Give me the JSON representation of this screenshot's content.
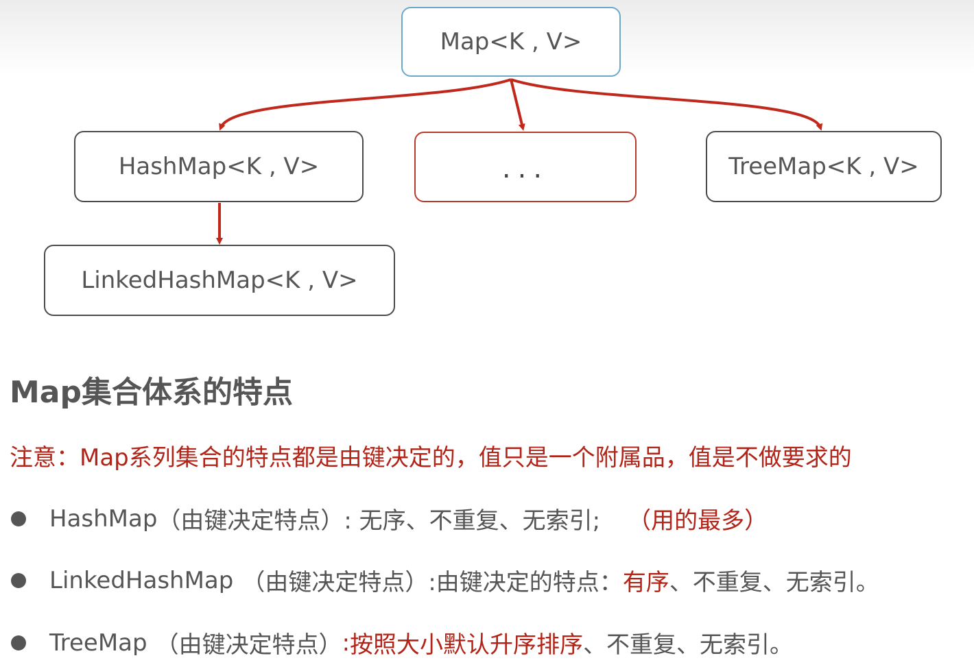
{
  "diagram": {
    "root": "Map<K , V>",
    "children": {
      "hashmap": "HashMap<K , V>",
      "ellipsis": "...",
      "treemap": "TreeMap<K , V>"
    },
    "grandchild": "LinkedHashMap<K , V>"
  },
  "section": {
    "heading": "Map集合体系的特点",
    "note": "注意：Map系列集合的特点都是由键决定的，值只是一个附属品，值是不做要求的"
  },
  "bullets": [
    {
      "name": "HashMap",
      "paren": "（由键决定特点）",
      "desc": ": 无序、不重复、无索引;",
      "highlight": "（用的最多）"
    },
    {
      "name": "LinkedHashMap",
      "paren": "（由键决定特点）",
      "desc_prefix": ":由键决定的特点：",
      "highlight": "有序",
      "desc_suffix": "、不重复、无索引。"
    },
    {
      "name": "TreeMap",
      "paren": "（由键决定特点）",
      "colon": ":",
      "highlight": "按照大小默认升序排序",
      "desc_suffix": "、不重复、无索引。"
    }
  ],
  "colors": {
    "arrow": "#c0281c",
    "root_border": "#6aaac8",
    "node_border": "#4a4a4a",
    "highlight_text": "#b22418"
  }
}
